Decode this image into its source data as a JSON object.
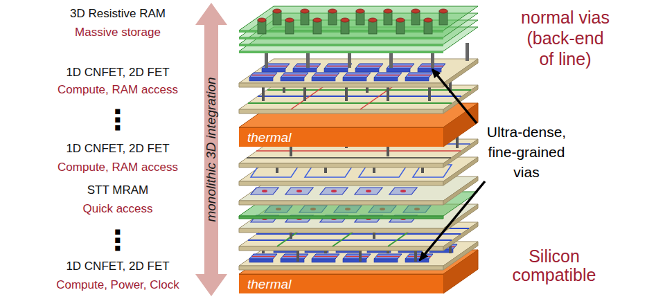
{
  "diagram": {
    "nodes": [
      {
        "text": [
          "monolithic 3D integration"
        ]
      },
      {
        "text": [
          "thermal"
        ]
      },
      {
        "text": [
          "thermal"
        ]
      }
    ],
    "labels": [
      "3D Resistive RAM",
      "Massive storage",
      "1D CNFET, 2D FET",
      "Compute, RAM access",
      "⋮",
      "1D CNFET, 2D FET",
      "Compute, RAM access",
      "STT MRAM",
      "Quick access",
      "⋮",
      "1D CNFET, 2D FET",
      "Compute, Power, Clock",
      "normal vias (back-end of line)",
      "Ultra-dense, fine-grained vias",
      "Silicon compatible"
    ]
  }
}
